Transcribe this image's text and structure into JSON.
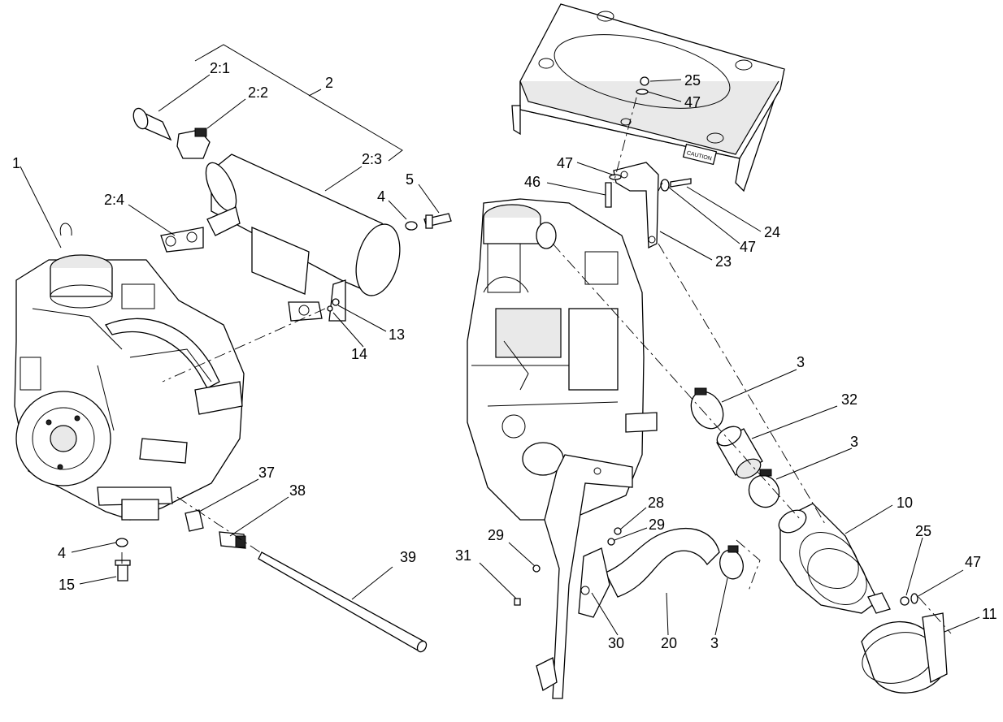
{
  "diagram": {
    "callouts": {
      "c1": "1",
      "c2": "2",
      "c2_1": "2:1",
      "c2_2": "2:2",
      "c2_3": "2:3",
      "c2_4": "2:4",
      "c4_top": "4",
      "c5": "5",
      "c13": "13",
      "c14": "14",
      "c37": "37",
      "c38": "38",
      "c39": "39",
      "c4_bottom": "4",
      "c15": "15",
      "c25_top": "25",
      "c47_top": "47",
      "c47_mid": "47",
      "c46": "46",
      "c24": "24",
      "c47_right": "47",
      "c23": "23",
      "c3_a": "3",
      "c32": "32",
      "c3_b": "3",
      "c10": "10",
      "c28": "28",
      "c29_right": "29",
      "c29_left": "29",
      "c31": "31",
      "c30": "30",
      "c20": "20",
      "c3_c": "3",
      "c25_bottom": "25",
      "c47_bottom": "47",
      "c11": "11"
    },
    "caution_label": "CAUTION"
  }
}
